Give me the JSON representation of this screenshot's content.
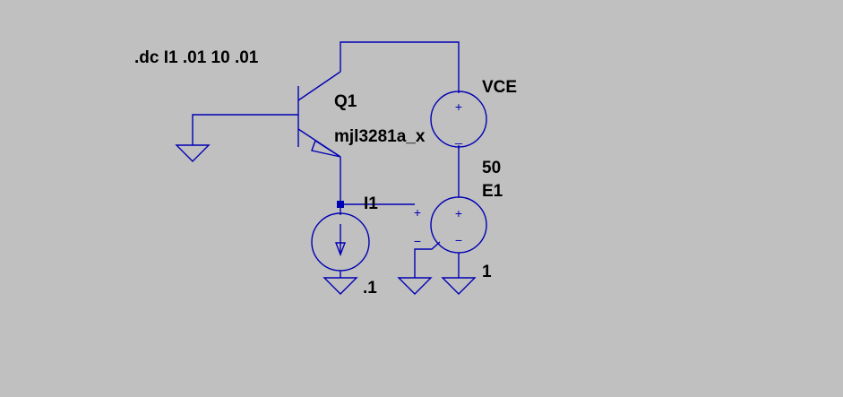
{
  "directive": ".dc I1 .01 10 .01",
  "components": {
    "q1": {
      "name": "Q1",
      "model": "mjl3281a_x"
    },
    "vce": {
      "name": "VCE",
      "value": "50"
    },
    "e1": {
      "name": "E1",
      "value": "1"
    },
    "i1": {
      "name": "I1",
      "value": ".1"
    }
  },
  "polarity": {
    "plus": "+",
    "minus": "−",
    "minus_alt": "_"
  },
  "colors": {
    "background": "#c0c0c0",
    "wire": "#0000b4",
    "text": "#000000"
  }
}
